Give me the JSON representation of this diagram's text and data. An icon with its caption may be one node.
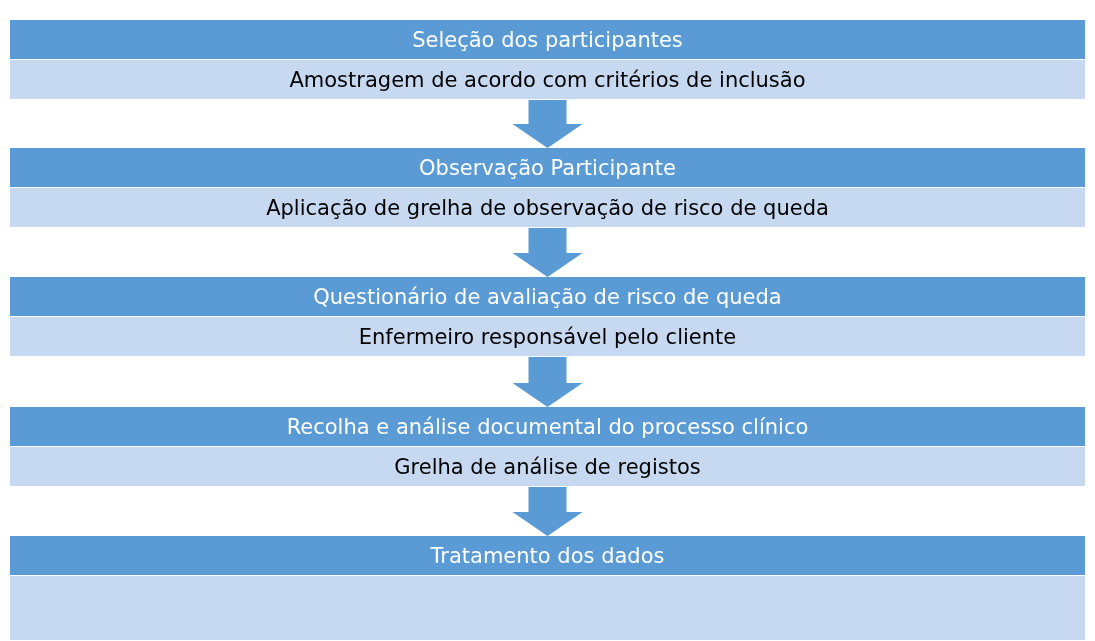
{
  "diagram": {
    "nodes": [
      {
        "text": [
          "Seleção dos participantes"
        ]
      },
      {
        "text": [
          "Amostragem de acordo com critérios de inclusão"
        ]
      },
      {
        "text": [
          "Observação Participante"
        ]
      },
      {
        "text": [
          "Aplicação de grelha de observação de risco de queda"
        ]
      },
      {
        "text": [
          "Questionário de avaliação de risco de queda"
        ]
      },
      {
        "text": [
          "Enfermeiro responsável pelo cliente"
        ]
      },
      {
        "text": [
          "Recolha e análise documental do processo clínico"
        ]
      },
      {
        "text": [
          "Grelha de análise de registos"
        ]
      },
      {
        "text": [
          "Tratamento dos dados"
        ]
      },
      {
        "text": [],
        "shape": "bar"
      }
    ],
    "edges": [
      {
        "from": 1,
        "to": 2,
        "arrow": "to"
      },
      {
        "from": 3,
        "to": 4,
        "arrow": "to"
      },
      {
        "from": 5,
        "to": 6,
        "arrow": "to"
      },
      {
        "from": 7,
        "to": 8,
        "arrow": "to"
      }
    ]
  }
}
